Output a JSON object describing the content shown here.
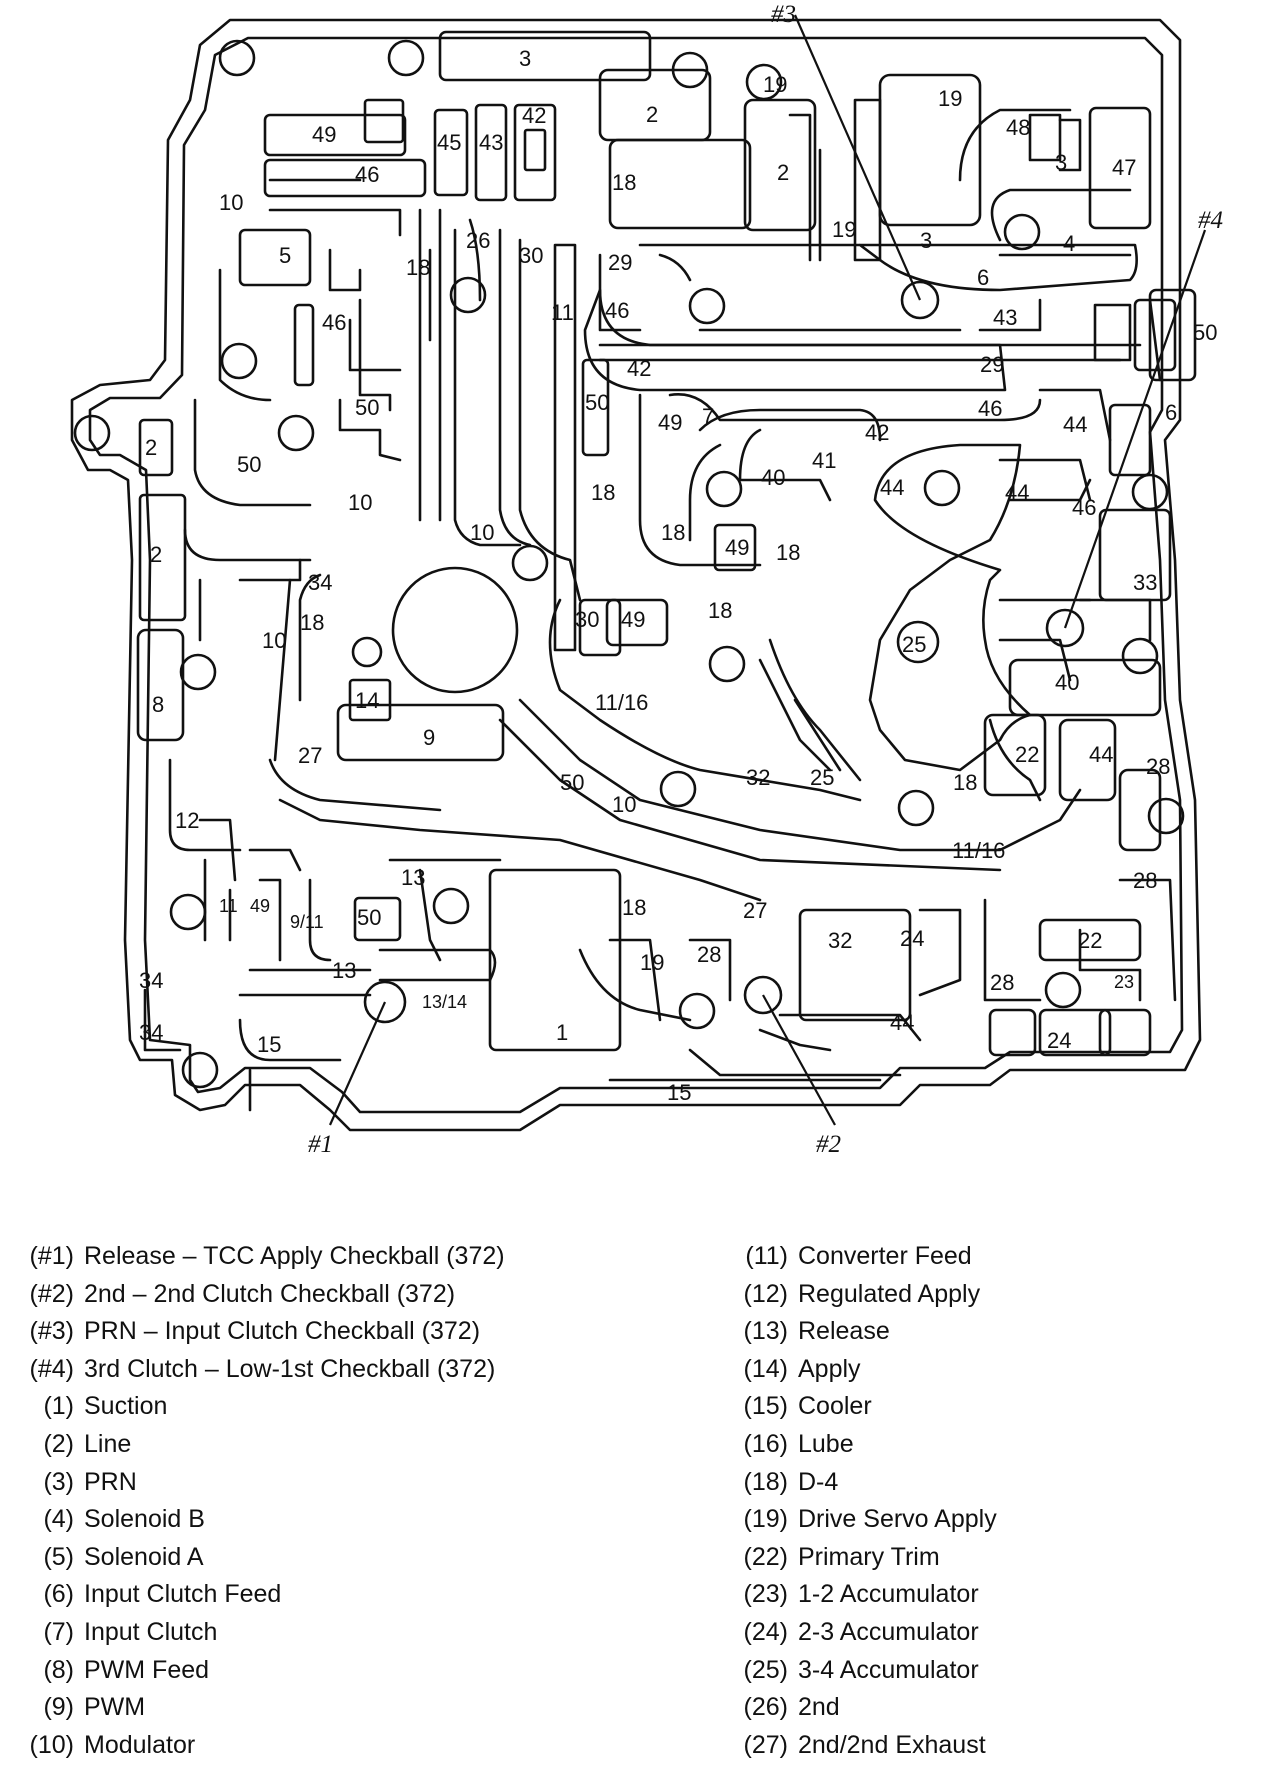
{
  "diagram": {
    "checkball_labels": [
      "#1",
      "#2",
      "#3",
      "#4"
    ],
    "passage_numbers": [
      "1",
      "2",
      "3",
      "4",
      "5",
      "6",
      "7",
      "8",
      "9",
      "10",
      "11",
      "11/16",
      "12",
      "13",
      "13/14",
      "14",
      "15",
      "18",
      "19",
      "22",
      "23",
      "24",
      "25",
      "26",
      "27",
      "28",
      "29",
      "30",
      "32",
      "33",
      "34",
      "40",
      "41",
      "42",
      "43",
      "44",
      "45",
      "46",
      "47",
      "48",
      "49",
      "50",
      "9/11"
    ]
  },
  "legend": {
    "left": [
      {
        "code": "(#1)",
        "name": "Release – TCC Apply Checkball (372)"
      },
      {
        "code": "(#2)",
        "name": "2nd – 2nd Clutch Checkball (372)"
      },
      {
        "code": "(#3)",
        "name": "PRN – Input Clutch Checkball (372)"
      },
      {
        "code": "(#4)",
        "name": "3rd Clutch – Low-1st Checkball (372)"
      },
      {
        "code": "(1)",
        "name": "Suction"
      },
      {
        "code": "(2)",
        "name": "Line"
      },
      {
        "code": "(3)",
        "name": "PRN"
      },
      {
        "code": "(4)",
        "name": "Solenoid B"
      },
      {
        "code": "(5)",
        "name": "Solenoid A"
      },
      {
        "code": "(6)",
        "name": "Input Clutch Feed"
      },
      {
        "code": "(7)",
        "name": "Input Clutch"
      },
      {
        "code": "(8)",
        "name": "PWM Feed"
      },
      {
        "code": "(9)",
        "name": "PWM"
      },
      {
        "code": "(10)",
        "name": "Modulator"
      }
    ],
    "right": [
      {
        "code": "(11)",
        "name": "Converter Feed"
      },
      {
        "code": "(12)",
        "name": "Regulated Apply"
      },
      {
        "code": "(13)",
        "name": "Release"
      },
      {
        "code": "(14)",
        "name": "Apply"
      },
      {
        "code": "(15)",
        "name": "Cooler"
      },
      {
        "code": "(16)",
        "name": "Lube"
      },
      {
        "code": "(18)",
        "name": "D-4"
      },
      {
        "code": "(19)",
        "name": "Drive Servo Apply"
      },
      {
        "code": "(22)",
        "name": "Primary Trim"
      },
      {
        "code": "(23)",
        "name": "1-2 Accumulator"
      },
      {
        "code": "(24)",
        "name": "2-3 Accumulator"
      },
      {
        "code": "(25)",
        "name": "3-4 Accumulator"
      },
      {
        "code": "(26)",
        "name": "2nd"
      },
      {
        "code": "(27)",
        "name": "2nd/2nd Exhaust"
      }
    ]
  }
}
